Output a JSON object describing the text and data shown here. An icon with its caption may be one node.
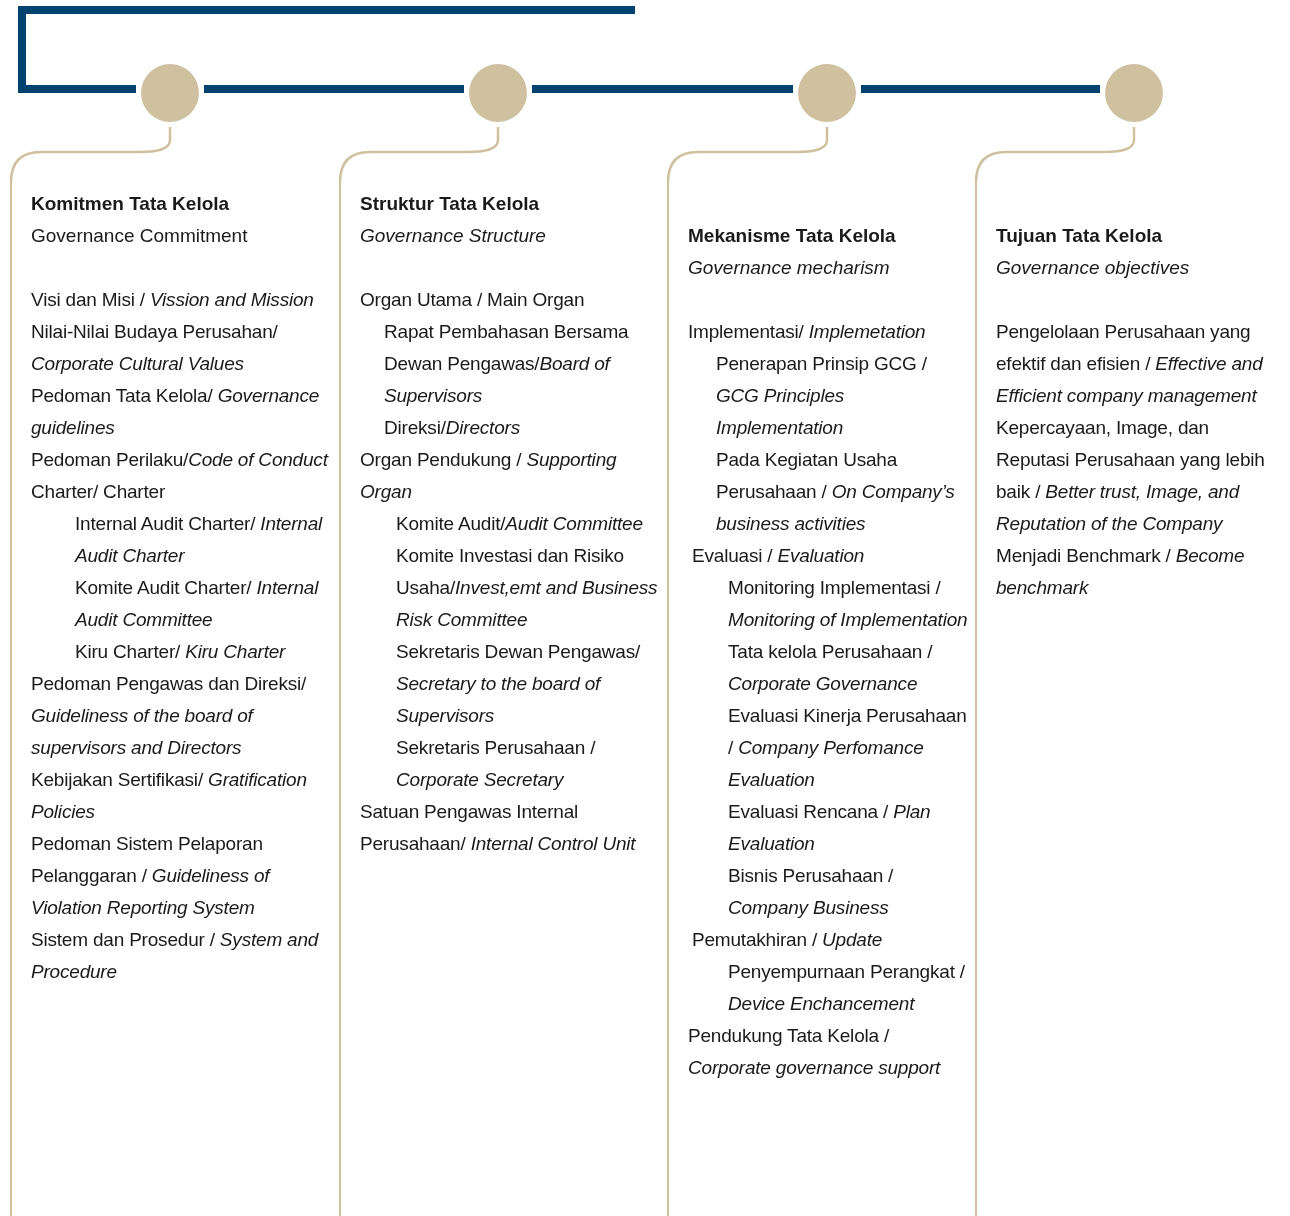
{
  "diagram": {
    "nodes": [
      {
        "text": [],
        "shape": "circle"
      },
      {
        "text": [],
        "shape": "circle"
      },
      {
        "text": [],
        "shape": "circle"
      },
      {
        "text": [],
        "shape": "circle"
      },
      {
        "text": [
          "Komitmen Tata Kelola",
          "Governance Commitment",
          "Visi dan Misi / *Vission and Mission*",
          "Nilai-Nilai Budaya Perusahan/ *Corporate Cultural Values*",
          "Pedoman Tata Kelola/ *Governance guidelines*",
          "Pedoman Perilaku/*Code of Conduct*",
          "Charter/ Charter",
          "Internal Audit Charter/ *Internal Audit Charter*",
          "Komite Audit Charter/ *Internal Audit Committee*",
          "Kiru Charter/ *Kiru Charter*",
          "Pedoman Pengawas dan Direksi/ *Guideliness of the board of supervisors and Directors*",
          "Kebijakan Sertifikasi/ *Gratification Policies*",
          "Pedoman Sistem Pelaporan Pelanggaran / *Guideliness of Violation Reporting System*",
          "Sistem dan Prosedur / *System and Procedure*"
        ]
      },
      {
        "text": [
          "Struktur Tata Kelola",
          "Governance Structure",
          "Organ Utama / Main Organ",
          "Rapat Pembahasan Bersama Dewan Pengawas/*Board of Supervisors*",
          "Direksi/*Directors*",
          "Organ Pendukung / *Supporting Organ*",
          "Komite Audit/*Audit Committee*",
          "Komite Investasi dan Risiko Usaha/*Invest,emt and Business Risk Committee*",
          "Sekretaris Dewan Pengawas/ *Secretary to the board of Supervisors*",
          "Sekretaris Perusahaan / *Corporate Secretary*",
          "Satuan Pengawas Internal Perusahaan/ *Internal Control Unit*"
        ]
      },
      {
        "text": [
          "Mekanisme Tata Kelola",
          "Governance mecharism",
          "Implementasi/ *Implemetation*",
          "Penerapan Prinsip GCG / *GCG Principles Implementation*",
          "Pada Kegiatan Usaha Perusahaan / *On Company’s business activities*",
          "Evaluasi / *Evaluation*",
          "Monitoring Implementasi / *Monitoring of Implementation*",
          "Tata kelola Perusahaan / *Corporate Governance*",
          "Evaluasi Kinerja Perusahaan / *Company Perfomance Evaluation*",
          "Evaluasi Rencana / *Plan Evaluation*",
          "Bisnis Perusahaan / *Company Business*",
          "Pemutakhiran / *Update*",
          "Penyempurnaan Perangkat / *Device Enchancement*",
          "Pendukung Tata Kelola / *Corporate governance support*"
        ]
      },
      {
        "text": [
          "Tujuan Tata Kelola",
          "Governance objectives",
          "Pengelolaan Perusahaan yang efektif dan efisien / *Effective and Efficient company management*",
          "Kepercayaan, Image, dan Reputasi Perusahaan yang lebih baik / *Better trust, Image, and Reputation of the Company*",
          "Menjadi Benchmark / *Become benchmark*"
        ]
      }
    ],
    "edges": [
      {
        "from": 0,
        "to": null,
        "arrow": "none",
        "style": "thick",
        "color": "#004270"
      },
      {
        "from": 0,
        "to": 1,
        "arrow": "none",
        "style": "thick",
        "color": "#004270"
      },
      {
        "from": 1,
        "to": 2,
        "arrow": "none",
        "style": "thick",
        "color": "#004270"
      },
      {
        "from": 2,
        "to": 3,
        "arrow": "none",
        "style": "thick",
        "color": "#004270"
      },
      {
        "from": 0,
        "to": 4,
        "arrow": "none",
        "color": "#cfc1a0"
      },
      {
        "from": 1,
        "to": 5,
        "arrow": "none",
        "color": "#cfc1a0"
      },
      {
        "from": 2,
        "to": 6,
        "arrow": "none",
        "color": "#cfc1a0"
      },
      {
        "from": 3,
        "to": 7,
        "arrow": "none",
        "color": "#cfc1a0"
      }
    ]
  }
}
